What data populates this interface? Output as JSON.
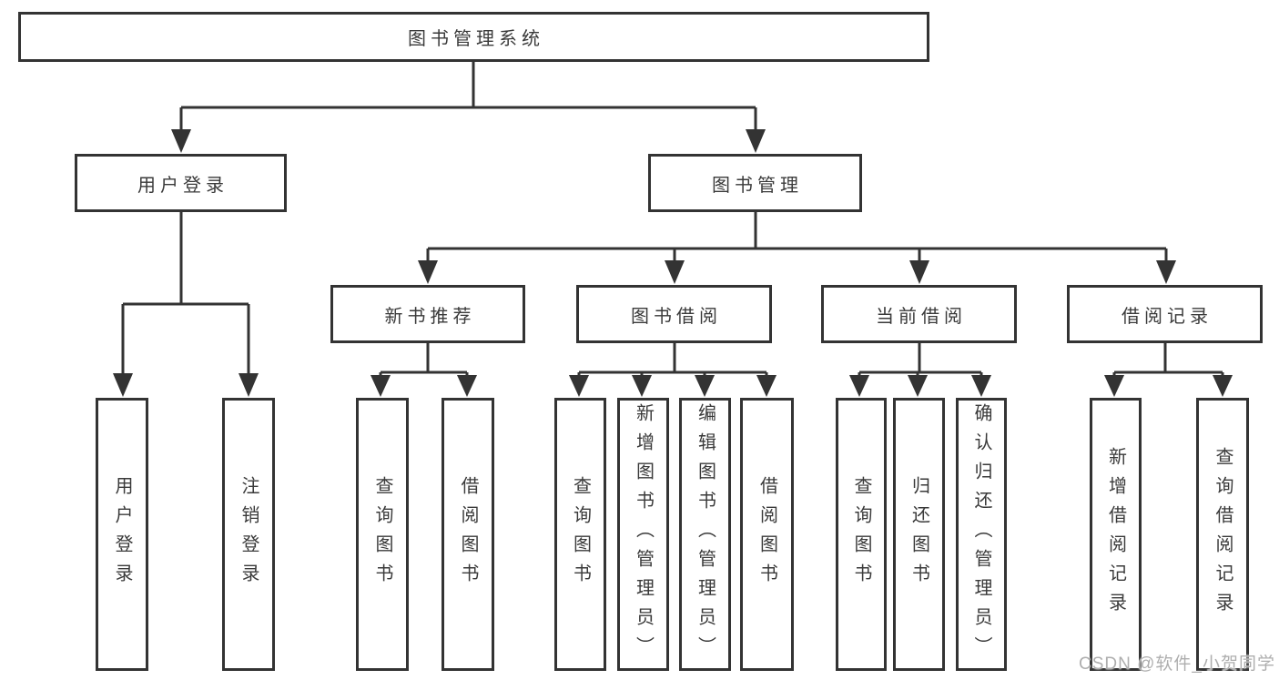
{
  "diagram": {
    "tree": {
      "label": "图书管理系统",
      "children": [
        {
          "label": "用户登录",
          "children": [
            {
              "label": "用户登录"
            },
            {
              "label": "注销登录"
            }
          ]
        },
        {
          "label": "图书管理",
          "children": [
            {
              "label": "新书推荐",
              "children": [
                {
                  "label": "查询图书"
                },
                {
                  "label": "借阅图书"
                }
              ]
            },
            {
              "label": "图书借阅",
              "children": [
                {
                  "label": "查询图书"
                },
                {
                  "label": "新增图书（管理员）"
                },
                {
                  "label": "编辑图书（管理员）"
                },
                {
                  "label": "借阅图书"
                }
              ]
            },
            {
              "label": "当前借阅",
              "children": [
                {
                  "label": "查询图书"
                },
                {
                  "label": "归还图书"
                },
                {
                  "label": "确认归还（管理员）"
                }
              ]
            },
            {
              "label": "借阅记录",
              "children": [
                {
                  "label": "新增借阅记录"
                },
                {
                  "label": "查询借阅记录"
                }
              ]
            }
          ]
        }
      ]
    }
  },
  "watermark": {
    "text": "CSDN @软件_小贺同学"
  },
  "colors": {
    "line": "#333333",
    "box_border": "#333333",
    "text": "#3a3a3a",
    "watermark": "#aeaeae",
    "background": "#ffffff"
  }
}
